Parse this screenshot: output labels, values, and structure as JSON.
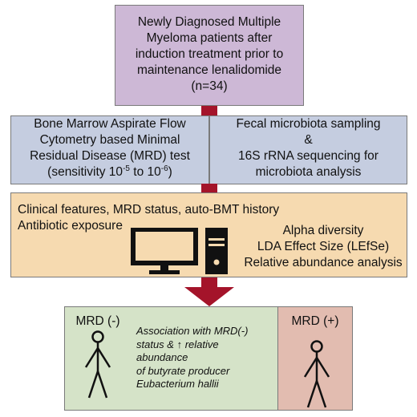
{
  "top_box": {
    "lines": [
      "Newly Diagnosed Multiple",
      "Myeloma patients after",
      "induction treatment prior to",
      "maintenance lenalidomide",
      "(n=34)"
    ]
  },
  "left_box": {
    "lines": [
      "Bone Marrow Aspirate Flow",
      "Cytometry based Minimal",
      "Residual Disease (MRD) test"
    ],
    "sensitivity_prefix": "(sensitivity 10",
    "exp1": "-5",
    "to_text": " to 10",
    "exp2": "-6",
    "suffix": ")"
  },
  "right_box": {
    "lines": [
      "Fecal microbiota sampling",
      "&",
      "16S rRNA sequencing for",
      "microbiota analysis"
    ]
  },
  "analysis_box": {
    "line1": "Clinical features, MRD status, auto-BMT history",
    "line2": "Antibiotic exposure",
    "methods": [
      "Alpha diversity",
      "LDA Effect Size (LEfSe)",
      "Relative abundance analysis"
    ]
  },
  "outcome": {
    "neg_label": "MRD (-)",
    "pos_label": "MRD (+)",
    "finding_lines": [
      "Association with MRD(-)",
      "status & ↑ relative",
      "abundance",
      "of butyrate producer",
      "Eubacterium hallii"
    ]
  },
  "colors": {
    "top_fill": "#cdb8d6",
    "mid_fill": "#c5cde0",
    "analysis_fill": "#f6dab0",
    "neg_fill": "#d5e3c8",
    "pos_fill": "#e2bcb0",
    "connector": "#a4142a"
  }
}
